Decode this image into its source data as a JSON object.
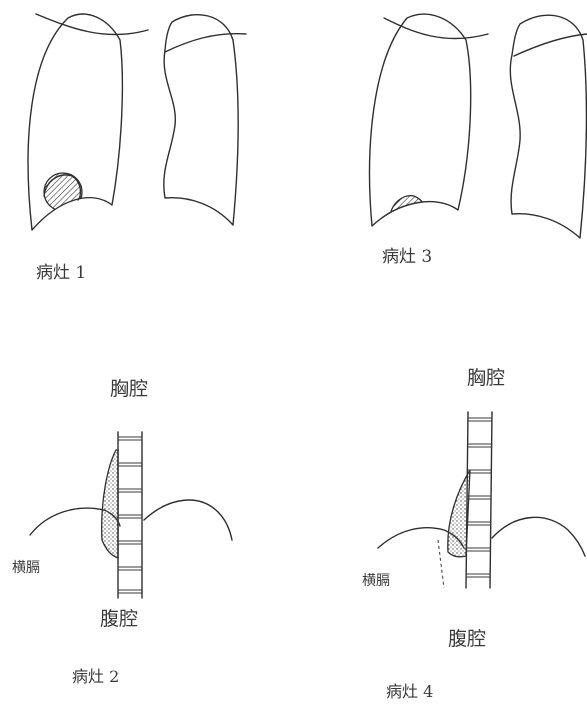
{
  "panels": [
    {
      "id": "lesion-1",
      "caption": "病灶 1"
    },
    {
      "id": "lesion-3",
      "caption": "病灶 3"
    },
    {
      "id": "lesion-2",
      "caption": "病灶 2",
      "upper_label": "胸腔",
      "side_label": "横膈",
      "lower_label": "腹腔"
    },
    {
      "id": "lesion-4",
      "caption": "病灶 4",
      "upper_label": "胸腔",
      "side_label": "横膈",
      "lower_label": "腹腔"
    }
  ]
}
